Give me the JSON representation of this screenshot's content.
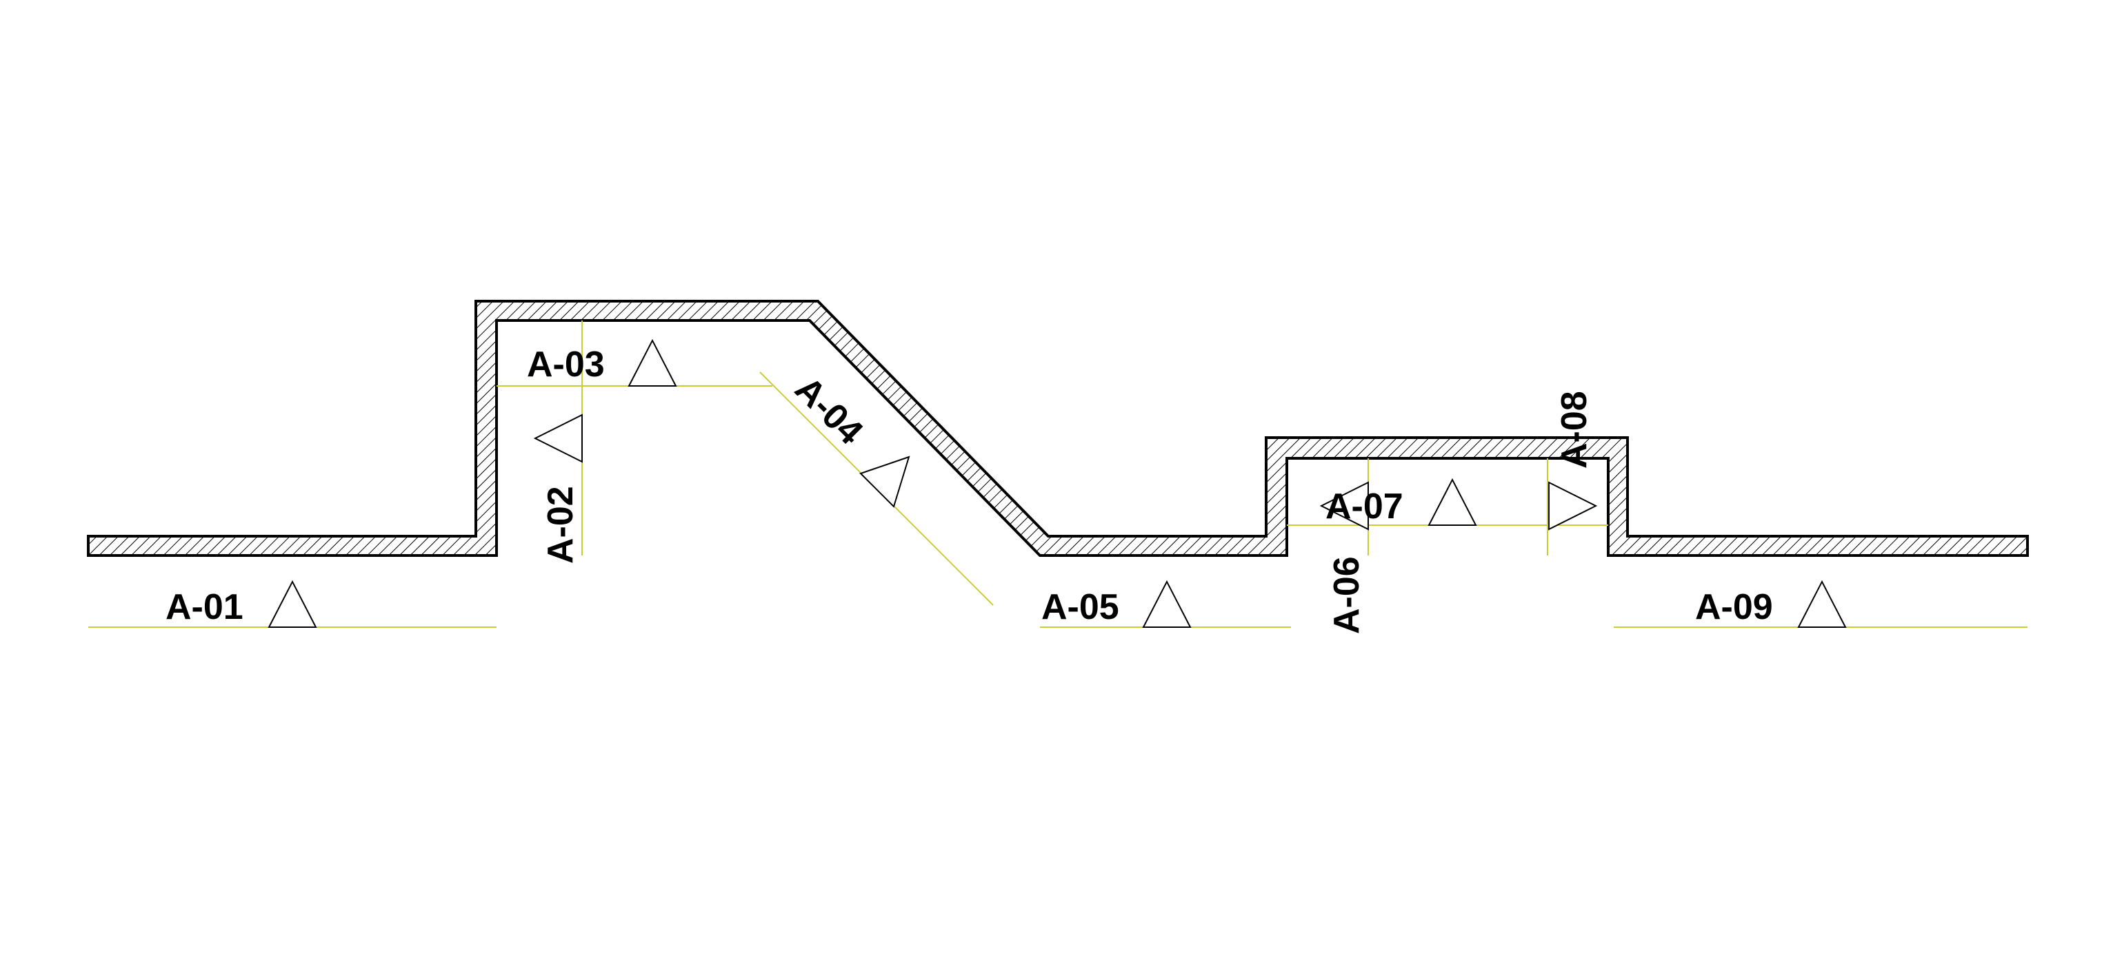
{
  "colors": {
    "background": "#ffffff",
    "wall_stroke": "#000000",
    "hatch": "#000000",
    "reference_line": "#cccc33",
    "marker_stroke": "#000000"
  },
  "elevations": [
    {
      "id": "a01",
      "label": "A-01",
      "marker": "triangle-up-icon"
    },
    {
      "id": "a02",
      "label": "A-02",
      "marker": "triangle-left-icon"
    },
    {
      "id": "a03",
      "label": "A-03",
      "marker": "triangle-up-icon"
    },
    {
      "id": "a04",
      "label": "A-04",
      "marker": "triangle-up-icon"
    },
    {
      "id": "a05",
      "label": "A-05",
      "marker": "triangle-up-icon"
    },
    {
      "id": "a06",
      "label": "A-06",
      "marker": "triangle-left-icon"
    },
    {
      "id": "a07",
      "label": "A-07",
      "marker": "triangle-up-icon"
    },
    {
      "id": "a08",
      "label": "A-08",
      "marker": "triangle-right-icon"
    },
    {
      "id": "a09",
      "label": "A-09",
      "marker": "triangle-up-icon"
    }
  ]
}
